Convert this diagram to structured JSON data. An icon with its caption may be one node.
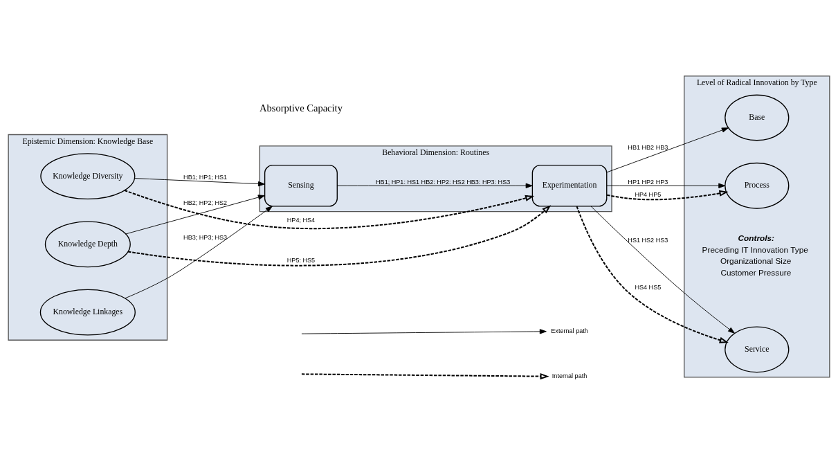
{
  "diagram": {
    "nodes": [
      {
        "text": [
          "Epistemic Dimension: Knowledge Base"
        ]
      },
      {
        "text": [
          "Knowledge Diversity"
        ],
        "in": 0
      },
      {
        "text": [
          "Knowledge Depth"
        ],
        "in": 0
      },
      {
        "text": [
          "Knowledge Linkages"
        ],
        "in": 0
      },
      {
        "text": [
          "Behavioral Dimension: Routines"
        ]
      },
      {
        "text": [
          "Sensing"
        ],
        "in": 4
      },
      {
        "text": [
          "Experimentation"
        ],
        "in": 4
      },
      {
        "text": [
          "Level of Radical Innovation by Type"
        ]
      },
      {
        "text": [
          "Base"
        ],
        "in": 7
      },
      {
        "text": [
          "Process"
        ],
        "in": 7
      },
      {
        "text": [
          "Service"
        ],
        "in": 7
      }
    ],
    "edges": [
      {
        "from": 1,
        "to": 5,
        "arrow": "to",
        "label": "HB1; HP1; HS1"
      },
      {
        "from": 2,
        "to": 5,
        "arrow": "to",
        "label": "HB2; HP2; HS2"
      },
      {
        "from": 3,
        "to": 5,
        "arrow": "to",
        "label": "HB3; HP3; HS3"
      },
      {
        "from": 1,
        "to": 6,
        "arrow": "to",
        "label": "HP4; HS4",
        "style": "dashed"
      },
      {
        "from": 2,
        "to": 6,
        "arrow": "to",
        "label": "HP5: HS5",
        "style": "dashed"
      },
      {
        "from": 5,
        "to": 6,
        "arrow": "to",
        "label": "HB1; HP1: HS1 HB2: HP2: HS2 HB3: HP3: HS3"
      },
      {
        "from": 6,
        "to": 8,
        "arrow": "to",
        "label": "HB1 HB2 HB3"
      },
      {
        "from": 6,
        "to": 9,
        "arrow": "to",
        "label": "HP1 HP2 HP3"
      },
      {
        "from": 6,
        "to": 9,
        "arrow": "to",
        "label": "HP4 HP5",
        "style": "dashed"
      },
      {
        "from": 6,
        "to": 10,
        "arrow": "to",
        "label": "HS1 HS2 HS3"
      },
      {
        "from": 6,
        "to": 10,
        "arrow": "to",
        "label": "HS4 HS5",
        "style": "dashed"
      }
    ],
    "labels": [
      "Absorptive Capacity",
      "Controls:",
      "Preceding IT Innovation Type",
      "Organizational Size",
      "Customer Pressure"
    ],
    "legend": [
      {
        "text": "External path"
      },
      {
        "text": "Internal path"
      }
    ]
  }
}
